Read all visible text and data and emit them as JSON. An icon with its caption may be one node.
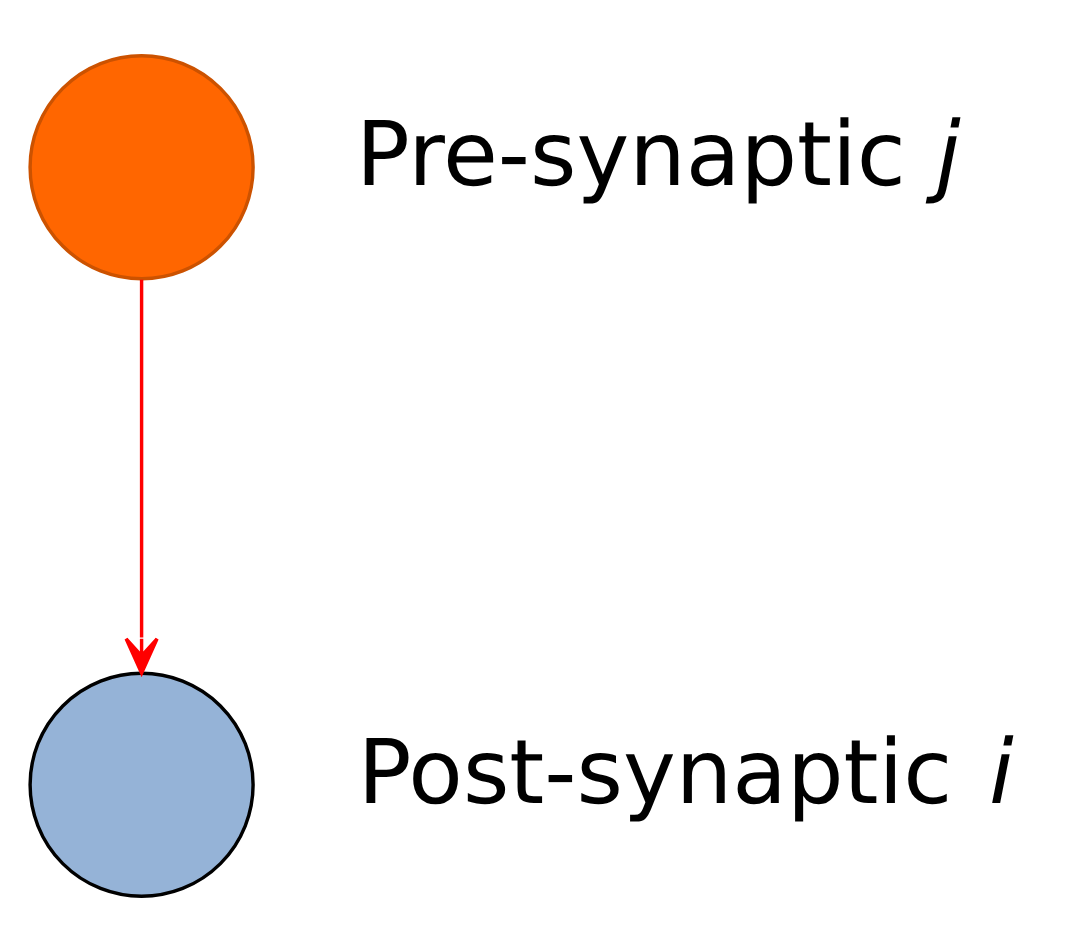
{
  "diagram": {
    "nodes": [
      {
        "text": [],
        "shape": "circle",
        "beside": [
          "Pre-synaptic *j*"
        ]
      },
      {
        "text": [],
        "shape": "circle",
        "beside": [
          "Post-synaptic *i*"
        ]
      }
    ],
    "edges": [
      {
        "from": 0,
        "to": 1,
        "arrow": "to",
        "color": "#ff0000"
      }
    ]
  }
}
